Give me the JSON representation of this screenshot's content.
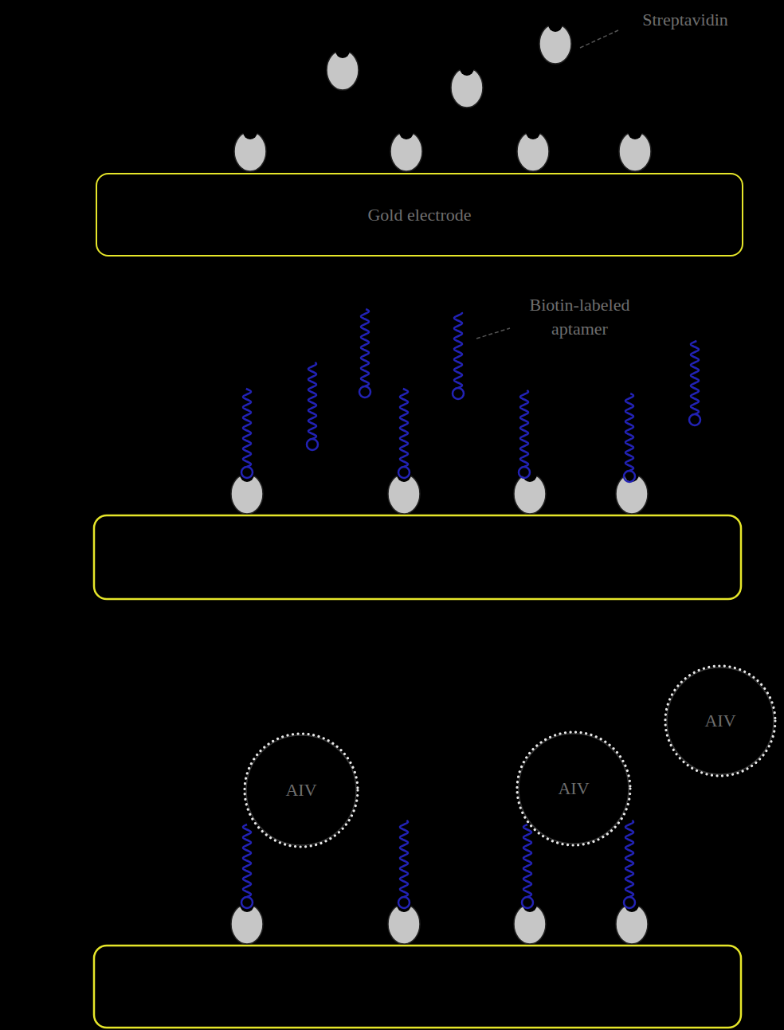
{
  "diagram": {
    "nodes": [
      {
        "text": [
          "Gold electrode"
        ]
      },
      {
        "text": [
          "AIV"
        ]
      },
      {
        "text": [
          "AIV"
        ]
      },
      {
        "text": [
          "AIV"
        ]
      }
    ],
    "labels": [
      "Streptavidin",
      "Biotin-labeled aptamer"
    ]
  }
}
